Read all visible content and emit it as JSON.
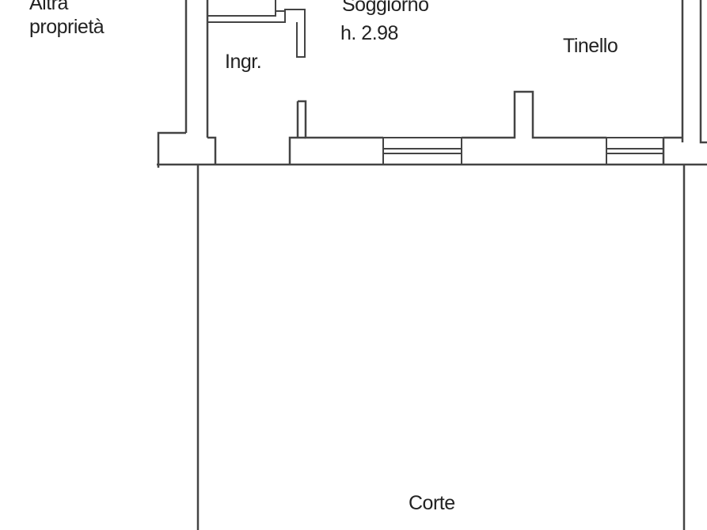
{
  "rooms": {
    "altra_line1": "Altra",
    "altra_line2": "proprietà",
    "soggiorno": "Soggiorno",
    "soggiorno_height": "h. 2.98",
    "ingresso": "Ingr.",
    "tinello": "Tinello",
    "corte": "Corte"
  },
  "colors": {
    "line": "#444444",
    "text": "#222222",
    "background": "#ffffff"
  }
}
